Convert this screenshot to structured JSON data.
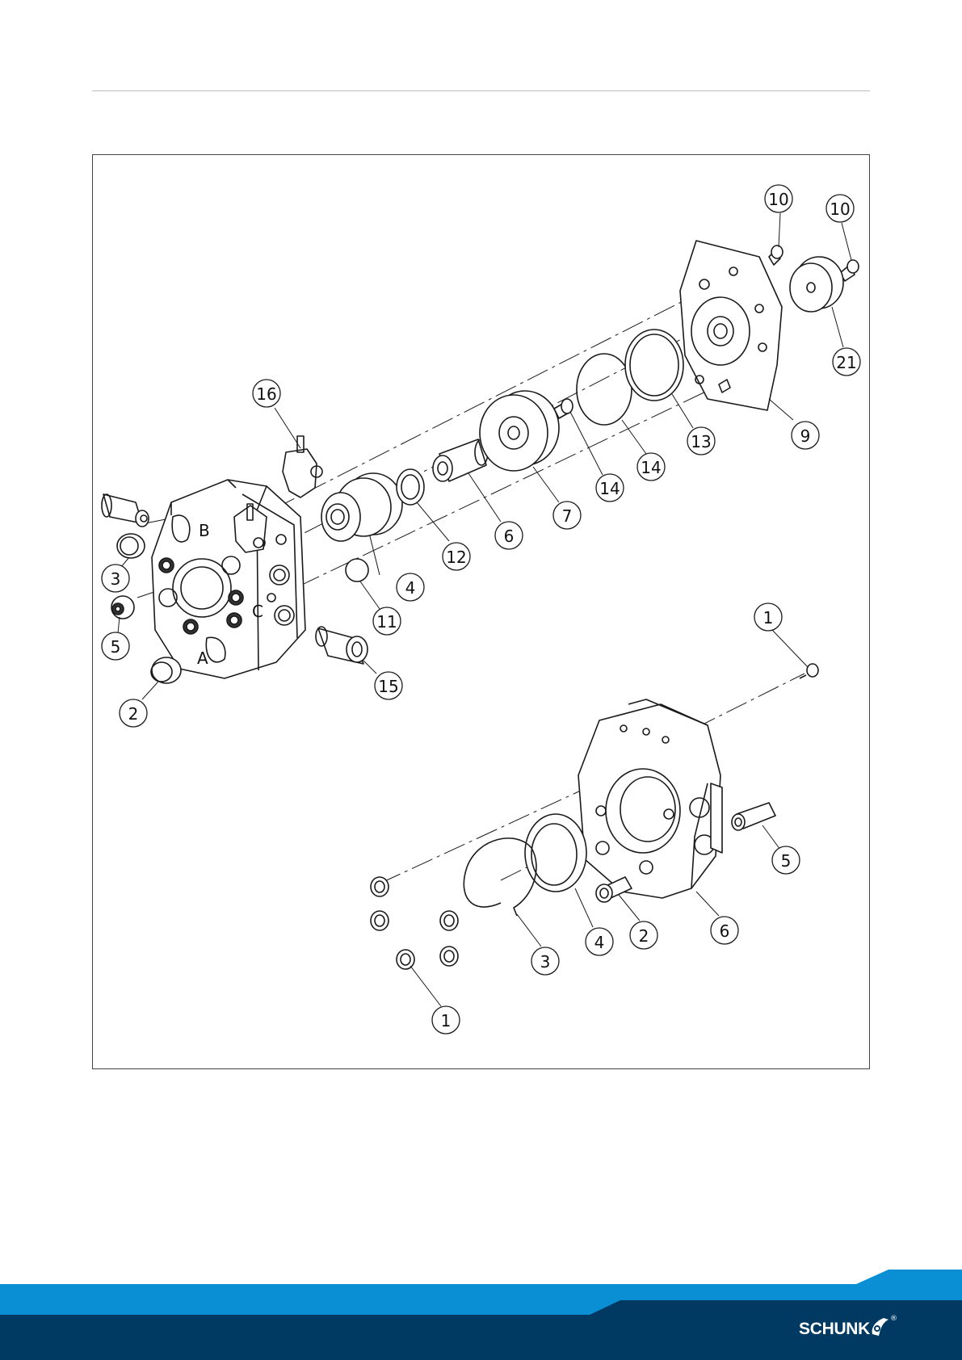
{
  "footer": {
    "brand": "SCHUNK",
    "registered": "®",
    "colors": {
      "light_band": "#0a8fd4",
      "dark_band": "#003a63",
      "brand_text": "#ffffff"
    }
  },
  "diagram": {
    "type": "exploded-view",
    "assemblies": [
      {
        "name": "upper-assembly",
        "callouts": [
          "16",
          "3",
          "5",
          "2",
          "4",
          "11",
          "15",
          "12",
          "6",
          "7",
          "14",
          "14",
          "13",
          "9",
          "21",
          "10",
          "10"
        ],
        "housing_markings": [
          "B",
          "A",
          "C"
        ]
      },
      {
        "name": "lower-assembly",
        "callouts": [
          "1",
          "5",
          "6",
          "2",
          "4",
          "3",
          "1"
        ]
      }
    ]
  }
}
